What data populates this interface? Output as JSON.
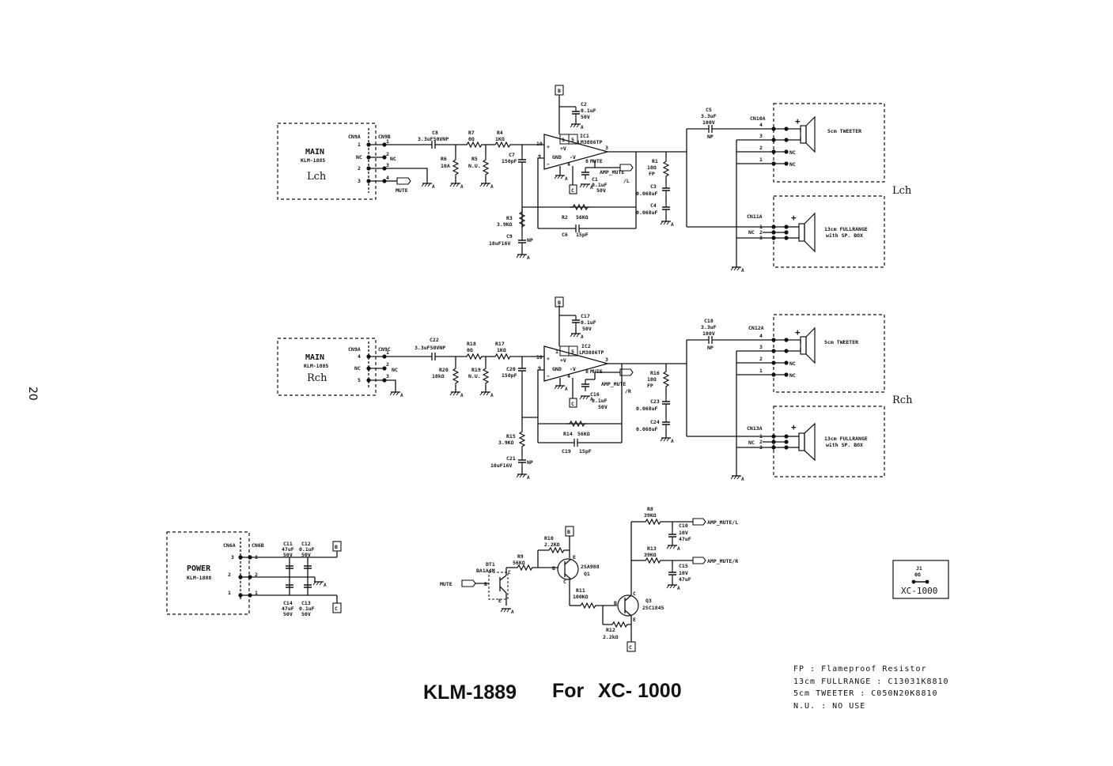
{
  "page": {
    "number": "20",
    "title_board": "KLM-1889",
    "title_for": "For",
    "title_model": "XC- 1000"
  },
  "notes": [
    "FP : Flameproof Resistor",
    "13cm FULLRANGE : C13031K8810",
    "5cm TWEETER : C050N20K8810",
    "N.U. : NO USE"
  ],
  "jumper": {
    "ref": "J1",
    "value": "0Ω",
    "model": "XC-1000"
  },
  "channels": [
    {
      "side_label": "Lch",
      "input": {
        "box_title": "MAIN",
        "box_sub": "KLM-1885",
        "box_ch": "Lch",
        "conn_a": "CN9A",
        "conn_b": "CN9B",
        "nc1": "NC",
        "nc2": "NC",
        "mute": "MUTE"
      },
      "pins_left": [
        "1",
        "NC",
        "2",
        "3"
      ],
      "pins_right": [
        "1",
        "2",
        "3",
        "4"
      ],
      "c_in": {
        "ref": "C8",
        "val": "3.3uF50VNP"
      },
      "r_a": {
        "ref": "R7",
        "val": "0Ω"
      },
      "r_b": {
        "ref": "R4",
        "val": "1KΩ"
      },
      "r_sh1": {
        "ref": "R6",
        "val": "10A"
      },
      "r_sh2": {
        "ref": "R5",
        "val": "N.U."
      },
      "c_sh": {
        "ref": "C7",
        "val": "150pF"
      },
      "ic": {
        "ref": "IC1",
        "part": "LM3886TP",
        "gnd": "GND",
        "vp": "+V",
        "vm": "-V",
        "mute": "MUTE"
      },
      "c_sup": {
        "ref": "C2",
        "val1": "0.1uF",
        "val2": "50V"
      },
      "c_mute": {
        "ref": "C1",
        "val1": "0.1uF",
        "val2": "50V"
      },
      "amp_mute": "AMP_MUTE",
      "amp_mute_side": "/L",
      "r_out": {
        "ref": "R1",
        "val": "10Ω",
        "fp": "FP"
      },
      "c_z1": {
        "ref": "C3",
        "val": "0.068uF"
      },
      "c_z2": {
        "ref": "C4",
        "val": "0.068uF"
      },
      "r_fb": {
        "ref": "R2",
        "val": "56KΩ"
      },
      "c_fb": {
        "ref": "C6",
        "val": "15pF"
      },
      "r_gnd": {
        "ref": "R3",
        "val": "3.9KΩ"
      },
      "c_gnd": {
        "ref": "C9",
        "val": "10uF16V",
        "np": "NP"
      },
      "c_tw": {
        "ref": "C5",
        "val1": "3.3uF",
        "val2": "100V",
        "np": "NP"
      },
      "cn_tw": "CN10A",
      "cn_fr": "CN11A",
      "tweeter": "5cm TWEETER",
      "fullrange1": "13cm FULLRANGE",
      "fullrange2": "with SP. BOX",
      "nc": "NC",
      "plus": "+",
      "supply_tag": "B",
      "neg_tag": "C"
    },
    {
      "side_label": "Rch",
      "input": {
        "box_title": "MAIN",
        "box_sub": "KLM-1885",
        "box_ch": "Rch",
        "conn_a": "CN9A",
        "conn_b": "CN9C",
        "nc1": "NC",
        "nc2": "NC",
        "mute": ""
      },
      "pins_left": [
        "4",
        "NC",
        "5",
        ""
      ],
      "pins_right": [
        "1",
        "2",
        "3",
        ""
      ],
      "c_in": {
        "ref": "C22",
        "val": "3.3uF50VNP"
      },
      "r_a": {
        "ref": "R18",
        "val": "0Ω"
      },
      "r_b": {
        "ref": "R17",
        "val": "1KΩ"
      },
      "r_sh1": {
        "ref": "R20",
        "val": "10kΩ"
      },
      "r_sh2": {
        "ref": "R19",
        "val": "N.U."
      },
      "c_sh": {
        "ref": "C20",
        "val": "150pF"
      },
      "ic": {
        "ref": "IC2",
        "part": "LM3886TP",
        "gnd": "GND",
        "vp": "+V",
        "vm": "-V",
        "mute": "MUTE"
      },
      "c_sup": {
        "ref": "C17",
        "val1": "0.1uF",
        "val2": "50V"
      },
      "c_mute": {
        "ref": "C16",
        "val1": "0.1uF",
        "val2": "50V"
      },
      "amp_mute": "AMP_MUTE",
      "amp_mute_side": "/R",
      "r_out": {
        "ref": "R16",
        "val": "10Ω",
        "fp": "FP"
      },
      "c_z1": {
        "ref": "C23",
        "val": "0.068uF"
      },
      "c_z2": {
        "ref": "C24",
        "val": "0.068uF"
      },
      "r_fb": {
        "ref": "R14",
        "val": "56KΩ"
      },
      "c_fb": {
        "ref": "C19",
        "val": "15pF"
      },
      "r_gnd": {
        "ref": "R15",
        "val": "3.9KΩ"
      },
      "c_gnd": {
        "ref": "C21",
        "val": "10uF16V",
        "np": "NP"
      },
      "c_tw": {
        "ref": "C18",
        "val1": "3.3uF",
        "val2": "100V",
        "np": "NP"
      },
      "cn_tw": "CN12A",
      "cn_fr": "CN13A",
      "tweeter": "5cm TWEETER",
      "fullrange1": "13cm FULLRANGE",
      "fullrange2": "with SP. BOX",
      "nc": "NC",
      "plus": "+",
      "supply_tag": "B",
      "neg_tag": "C"
    }
  ],
  "power": {
    "box_title": "POWER",
    "box_sub": "KLM-1888",
    "conn_a": "CN6A",
    "conn_b": "CN6B",
    "pins": [
      "3",
      "2",
      "1"
    ],
    "c11": {
      "ref": "C11",
      "v1": "47uF",
      "v2": "50V"
    },
    "c12": {
      "ref": "C12",
      "v1": "0.1uF",
      "v2": "50V"
    },
    "c14": {
      "ref": "C14",
      "v1": "47uF",
      "v2": "50V"
    },
    "c13": {
      "ref": "C13",
      "v1": "0.1uF",
      "v2": "50V"
    },
    "tag_b": "B",
    "tag_c": "C"
  },
  "mute_circuit": {
    "mute_in": "MUTE",
    "dt1": {
      "ref": "DT1",
      "part": "BA1A4M"
    },
    "r9": {
      "ref": "R9",
      "val": "56KΩ"
    },
    "r10": {
      "ref": "R10",
      "val": "2.2KΩ"
    },
    "q1": {
      "ref": "Q1",
      "part": "2SA988"
    },
    "r11": {
      "ref": "R11",
      "val": "100KΩ"
    },
    "r12": {
      "ref": "R12",
      "val": "2.2kΩ"
    },
    "q3": {
      "ref": "Q3",
      "part": "2SC1845"
    },
    "r8": {
      "ref": "R8",
      "val": "39KΩ"
    },
    "r13": {
      "ref": "R13",
      "val": "39KΩ"
    },
    "c10": {
      "ref": "C10",
      "v1": "10V",
      "v2": "47uF"
    },
    "c15": {
      "ref": "C15",
      "v1": "10V",
      "v2": "47uF"
    },
    "out_l": "AMP_MUTE/L",
    "out_r": "AMP_MUTE/R",
    "pin_b": "B",
    "pin_c": "C",
    "pin_e": "E",
    "tag_b": "B",
    "tag_c": "C"
  }
}
